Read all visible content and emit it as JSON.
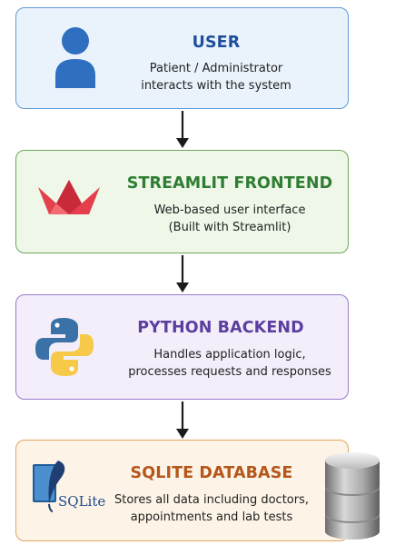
{
  "diagram": {
    "boxes": [
      {
        "title": "USER",
        "lines": [
          "Patient / Administrator",
          "interacts with the system"
        ],
        "icon": "user-icon"
      },
      {
        "title": "STREAMLIT FRONTEND",
        "lines": [
          "Web-based user interface",
          "(Built with Streamlit)"
        ],
        "icon": "streamlit-icon"
      },
      {
        "title": "PYTHON BACKEND",
        "lines": [
          "Handles application logic,",
          "processes requests and responses"
        ],
        "icon": "python-icon"
      },
      {
        "title": "SQLITE DATABASE",
        "lines": [
          "Stores all data including doctors,",
          "appointments and lab tests"
        ],
        "icon": "sqlite-icon",
        "logo_text": "SQLite"
      }
    ],
    "colors": {
      "user": "#1f4f9a",
      "frontend": "#2e7d32",
      "backend": "#5b3fa0",
      "database": "#b5561b",
      "arrow": "#1a1a1a"
    }
  }
}
